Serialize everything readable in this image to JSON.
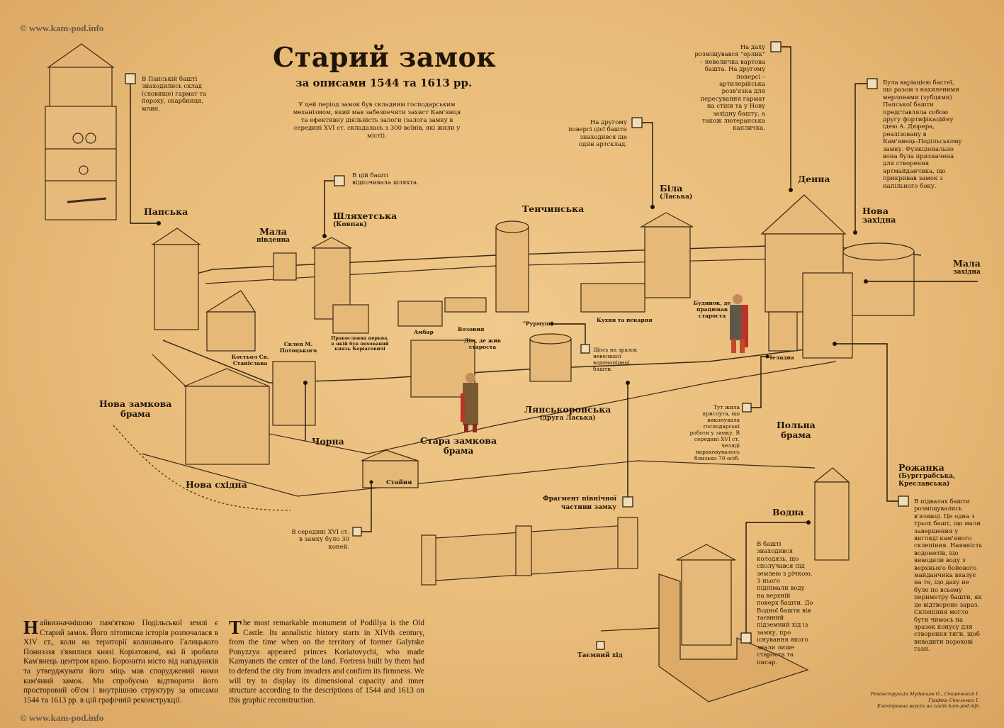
{
  "copyright": "© www.kam-pod.info",
  "title": "Старий замок",
  "subtitle": "за описами 1544 та 1613 рр.",
  "intro": "У цей період замок був складним господарським механізмом, який мав забезпечити захист Кам'янця та ефективну діяльність залоги (залога замку в середині XVI ст. складалась з 300 воїнів, які жили у місті).",
  "towers": {
    "papska": {
      "name": "Папська"
    },
    "mala_pivdenna": {
      "name": "Мала",
      "sub": "південна"
    },
    "shliakhetska": {
      "name": "Шляхетська",
      "sub": "(Ковпак)"
    },
    "tenchynska": {
      "name": "Тенчинська"
    },
    "bila": {
      "name": "Біла",
      "sub": "(Ласька)"
    },
    "denna": {
      "name": "Денна"
    },
    "nova_zakhidna": {
      "name": "Нова",
      "sub": "західна"
    },
    "mala_zakhidna": {
      "name": "Мала",
      "sub": "західна"
    },
    "nova_zamkova": {
      "name": "Нова замкова",
      "sub": "брама"
    },
    "chorna": {
      "name": "Чорна"
    },
    "nova_skhidna": {
      "name": "Нова східна"
    },
    "stara_zamkova": {
      "name": "Стара замкова",
      "sub": "брама"
    },
    "lianskoronska": {
      "name": "Лянськоронська",
      "sub": "(друга Ласька)"
    },
    "polna": {
      "name": "Польна",
      "sub": "брама"
    },
    "rozhanka": {
      "name": "Рожанка",
      "sub": "(Бургграбська, Креславська)"
    },
    "vodna": {
      "name": "Водна"
    },
    "taiemnyi_khid": {
      "name": "Таємний хід"
    }
  },
  "buildings": {
    "kostol": "Костьол Св. Станіслава",
    "sklep": "Склеп М. Потоцького",
    "tserkva": "Православна церква, в якій був похований князь Коріатовичі",
    "ambar": "Амбар",
    "vozovnia": "Возовня",
    "dim_starosty": "Дім, де жив староста",
    "rurmush": "\"Рурмуш\"",
    "kukhnia": "Кухня та пекарня",
    "budynok_starosty": "Будинок, де працював староста",
    "cheliadna": "Челядна",
    "stainia": "Стайня",
    "fragment": "Фрагмент північної частини замку"
  },
  "notes": {
    "papska": "В Папській башті знаходились склад (сховище) гармат та пороху, скарбниця, млин.",
    "shliakhetska": "В цій башті відпочивала шляхта.",
    "bila": "На другому поверсі цієї башти знаходився ще один артсклад.",
    "denna": "На даху розміщувався \"орлик\" – невеличка вартова башта. На другому поверсі – артилерійська розв'язка для пересування гармат на стіни та у Нову західну башту, а також лютеранська капличка.",
    "nova_zakhidna": "Була варіацією бастеї, що разом з нахиленими мерлонами (зубцями) Папської башти представляла собою другу фортифікаційну ідею А. Дюрера, реалізовану в Кам'янець-Подільському замку. Функціонально вона була призначена для створення артмайданчика, що прикривав замок з напільного боку.",
    "rurmush": "Щось на зразок невеликої водонапірної башти.",
    "cheliadna": "Тут жила прислуга, що виконувала господарські роботи у замку. В середині XVI ст. челяді нараховувалось близько 70 осіб.",
    "stainia": "В середині XVI ст. в замку було 30 коней.",
    "vodna": "В башті знаходився колодязь, що сполучався під землею з річкою. З нього піднімали воду на верхній поверх башти. До Водної башти вів таємний підземний хід із замку, про існування якого знали лише староста та писар.",
    "rozhanka": "В підвалах башти розміщувались в'язниці. Це одна з трьох башт, що мали завершення у вигляді кам'яного склепіння. Наявність водометів, що виводили воду з верхнього бойового майданчика вказує на те, що даху не було по всьому периметру башти, як це відтворено зараз. Склепіння могло бути чимось на зразок конусу для створення тяги, щоб виводити порохові гази."
  },
  "body_uk": {
    "cap": "Н",
    "text": "айвизначнішою пам'яткою Подільської землі є Старий замок. Його літописна історія розпочалася в XIV ст., коли на території колишнього Галицького Понизззя з'явилися князі Коріатовичі, які й зробили Кам'янець центром краю. Боронити місто від нападників та утверджувати його міць мав споруджений ними кам'яний замок. Ми спробуємо відтворити його просторовий об'єм і внутрішню структуру за описами 1544 та 1613 рр. в цій графічній реконструкції."
  },
  "body_en": {
    "cap": "T",
    "text": "he most remarkable monument of Podillya is the Old Castle. Its annalistic history starts in XIVth century, from the time when on the territory of former Galytske Ponyzzya appeared princes Koriatovychi, who made Kamyanets the center of the land. Fortress built by them had to defend the city from invaders and confirm its firmness. We will try to display its dimensional capacity and inner structure according to the descriptions of 1544 and 1613 on this graphic reconstruction."
  },
  "credits": [
    "Реконструкція Мудрецов О., Старенький І.",
    "Графіка Стельмах І.",
    "Електронна версія на castle.kam-pod.info"
  ],
  "colors": {
    "paper": "#e9bb78",
    "ink": "#1e1408",
    "box_fill": "#f1dcb5"
  }
}
